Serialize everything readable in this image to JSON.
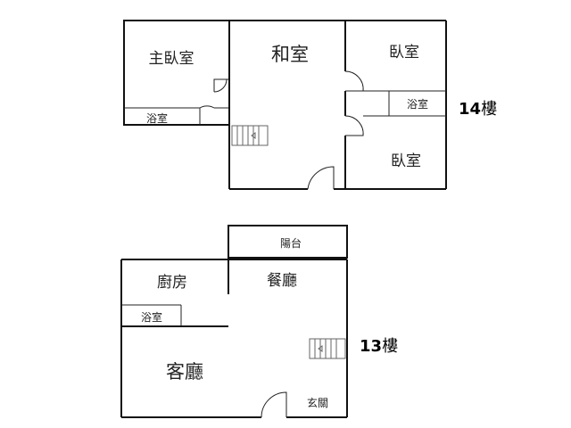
{
  "floor14": {
    "label_num": "14",
    "label_unit": "樓",
    "rooms": {
      "master_bedroom": "主臥室",
      "tatami_room": "和室",
      "bedroom_top": "臥室",
      "bedroom_bottom": "臥室",
      "bathroom_left": "浴室",
      "bathroom_right": "浴室"
    }
  },
  "floor13": {
    "label_num": "13",
    "label_unit": "樓",
    "rooms": {
      "balcony": "陽台",
      "kitchen": "廚房",
      "dining_room": "餐廳",
      "bathroom": "浴室",
      "living_room": "客廳",
      "entrance": "玄關"
    }
  }
}
